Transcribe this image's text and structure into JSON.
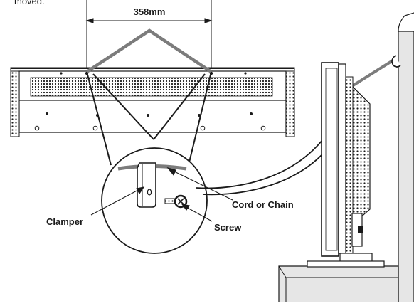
{
  "header_fragment": "moved.",
  "dimension": {
    "value": "358mm"
  },
  "labels": {
    "clamper": "Clamper",
    "cord": "Cord or Chain",
    "screw": "Screw"
  },
  "colors": {
    "cord_gray": "#7c7c7c",
    "line": "#1a1a1a",
    "wall_fill": "#e6e6e6"
  }
}
